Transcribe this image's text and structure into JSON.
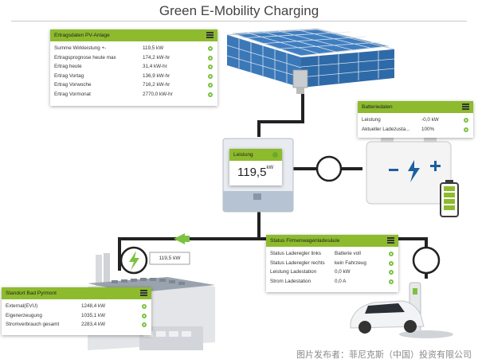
{
  "title": "Green E-Mobility Charging",
  "pv_panel": {
    "header": "Ertragsdaten PV-Anlage",
    "rows": [
      {
        "label": "Summe Wirkleistung +-",
        "value": "119,5 kW"
      },
      {
        "label": "Ertragsprognose heute max",
        "value": "174,2 kW-hr"
      },
      {
        "label": "Ertrag heute",
        "value": "31,4 kW-hr"
      },
      {
        "label": "Ertrag Vortag",
        "value": "136,9 kW-hr"
      },
      {
        "label": "Ertrag Vorwoche",
        "value": "716,2 kW-hr"
      },
      {
        "label": "Ertrag Vormonat",
        "value": "2770,0 kW-hr"
      }
    ]
  },
  "battery_panel": {
    "header": "Batteriedaten",
    "rows": [
      {
        "label": "Leistung",
        "value": "-0,0 kW"
      },
      {
        "label": "Aktueller Ladezusta...",
        "value": "100%"
      }
    ]
  },
  "inverter": {
    "header": "Leistung",
    "value": "119,5",
    "unit": "kW"
  },
  "grid_flow": {
    "value": "119,5 kW"
  },
  "charging_panel": {
    "header": "Status Firmenwagenladesäule",
    "rows": [
      {
        "label": "Status Laderegler links",
        "value": "Batterie voll"
      },
      {
        "label": "Status Laderegler rechts",
        "value": "kein Fahrzeug"
      },
      {
        "label": "Leistung Ladestation",
        "value": "0,0 kW"
      },
      {
        "label": "Strom Ladestation",
        "value": "0,0 A"
      }
    ]
  },
  "site_panel": {
    "header": "Standort Bad Pyrmont",
    "rows": [
      {
        "label": "External(EVU)",
        "value": "1248,4 kW"
      },
      {
        "label": "Eigenerzeugung",
        "value": "1035,1 kW"
      },
      {
        "label": "Stromverbrauch gesamt",
        "value": "2283,4 kW"
      }
    ]
  },
  "footer": "图片发布者：菲尼克斯（中国）投资有限公司",
  "colors": {
    "accent_green": "#8dbb2d",
    "status_green": "#7cc242",
    "line_dark": "#222222"
  },
  "icons": [
    "menu-icon",
    "status-dot-icon",
    "lightning-icon",
    "battery-icon",
    "arrow-icon"
  ]
}
